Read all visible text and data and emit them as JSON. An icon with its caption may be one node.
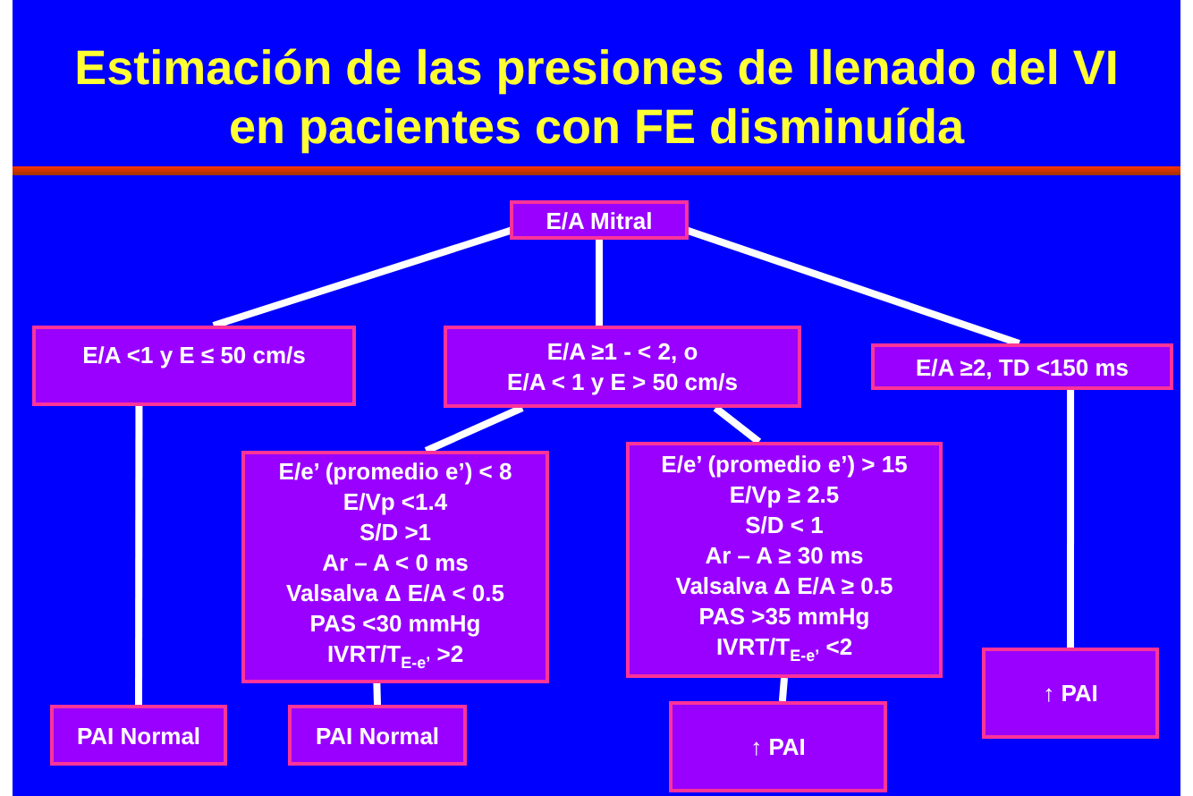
{
  "diagram": {
    "title": "Estimación de las presiones de llenado del VI en pacientes con FE disminuída",
    "nodes": [
      {
        "text": [
          "E/A Mitral"
        ]
      },
      {
        "text": [
          "E/A <1 y E ≤ 50 cm/s"
        ]
      },
      {
        "text": [
          "E/A ≥1 - < 2, o",
          "E/A < 1 y E > 50 cm/s"
        ]
      },
      {
        "text": [
          "E/A ≥2, TD <150 ms"
        ]
      },
      {
        "text": [
          "E/e’ (promedio e’) < 8",
          "E/Vp <1.4",
          "S/D >1",
          "Ar – A < 0 ms",
          "Valsalva Δ E/A < 0.5",
          "PAS <30 mmHg",
          "IVRT/T$_{E-e’}$ >2"
        ]
      },
      {
        "text": [
          "E/e’ (promedio e’) > 15",
          "E/Vp ≥ 2.5",
          "S/D < 1",
          "Ar – A ≥ 30 ms",
          "Valsalva Δ E/A ≥ 0.5",
          "PAS >35 mmHg",
          "IVRT/T$_{E-e’}$ <2"
        ]
      },
      {
        "text": [
          "PAI Normal"
        ]
      },
      {
        "text": [
          "PAI Normal"
        ]
      },
      {
        "text": [
          "↑ PAI"
        ]
      },
      {
        "text": [
          "↑ PAI"
        ]
      }
    ],
    "edges": [
      {
        "from": 0,
        "to": 1,
        "arrow": "none"
      },
      {
        "from": 0,
        "to": 2,
        "arrow": "none"
      },
      {
        "from": 0,
        "to": 3,
        "arrow": "none"
      },
      {
        "from": 2,
        "to": 4,
        "arrow": "none"
      },
      {
        "from": 2,
        "to": 5,
        "arrow": "none"
      },
      {
        "from": 1,
        "to": 6,
        "arrow": "none"
      },
      {
        "from": 4,
        "to": 7,
        "arrow": "none"
      },
      {
        "from": 5,
        "to": 8,
        "arrow": "none"
      },
      {
        "from": 3,
        "to": 9,
        "arrow": "none"
      }
    ]
  }
}
